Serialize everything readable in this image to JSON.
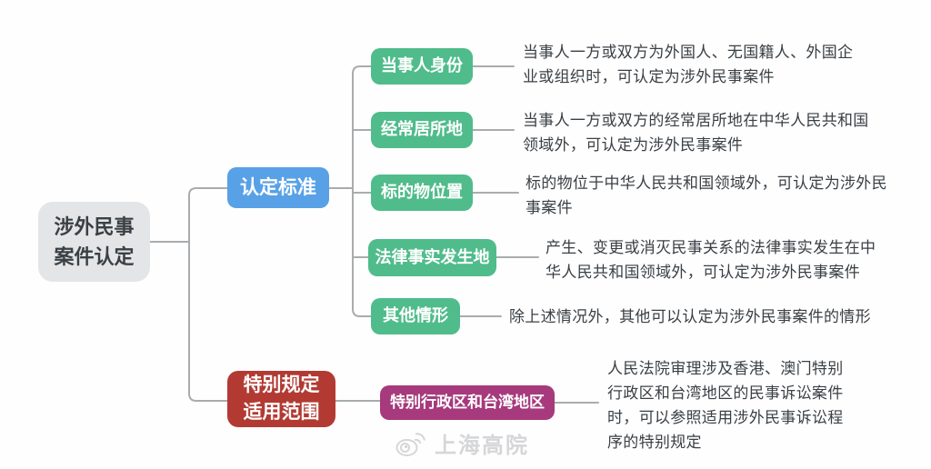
{
  "root": {
    "label": "涉外民事\n案件认定"
  },
  "branches": [
    {
      "label": "认定标准",
      "color": "#58a1e6",
      "children": [
        {
          "label": "当事人身份",
          "desc": "当事人一方或双方为外国人、无国籍人、外国企\n业或组织时，可认定为涉外民事案件"
        },
        {
          "label": "经常居所地",
          "desc": "当事人一方或双方的经常居所地在中华人民共和国\n领域外，可认定为涉外民事案件"
        },
        {
          "label": "标的物位置",
          "desc": "标的物位于中华人民共和国领域外，可认定为涉外民\n事案件"
        },
        {
          "label": "法律事实发生地",
          "desc": "产生、变更或消灭民事关系的法律事实发生在中\n华人民共和国领域外，可认定为涉外民事案件"
        },
        {
          "label": "其他情形",
          "desc": "除上述情况外，其他可以认定为涉外民事案件的情形"
        }
      ]
    },
    {
      "label": "特别规定\n适用范围",
      "color": "#b23a33",
      "children": [
        {
          "label": "特别行政区和台湾地区",
          "desc": "人民法院审理涉及香港、澳门特别\n行政区和台湾地区的民事诉讼案件\n时，可以参照适用涉外民事诉讼程\n序的特别规定"
        }
      ]
    }
  ],
  "watermark": {
    "label": "上海高院",
    "icon": "weibo-icon"
  },
  "colors": {
    "root_bg": "#e3e5e6",
    "criteria_blue": "#58a1e6",
    "criteria_child_green": "#50bc8b",
    "special_red": "#b23a33",
    "special_child_purple": "#a63a7d",
    "connector_gray": "#a9acaf",
    "text_dark": "#3b4045"
  }
}
